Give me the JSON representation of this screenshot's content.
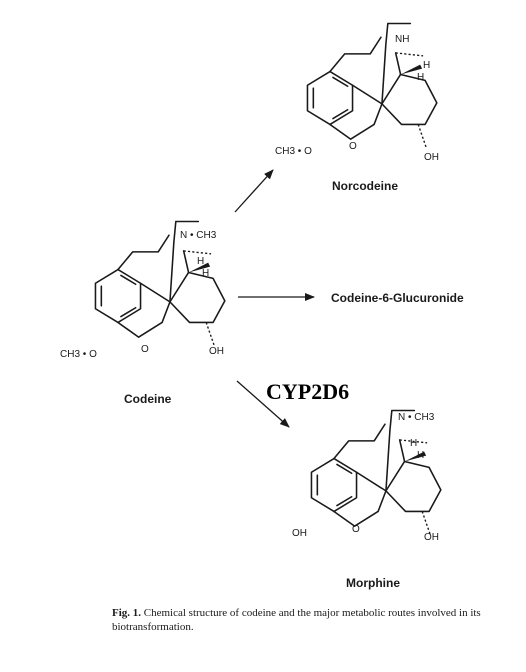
{
  "molecules": {
    "norcodeine": {
      "name": "Norcodeine",
      "n_label": "NH",
      "h1": "H",
      "h2": "H",
      "ring_sub": "CH3 • O",
      "o_label": "O",
      "oh": "OH"
    },
    "codeine": {
      "name": "Codeine",
      "n_label": "N • CH3",
      "h1": "H",
      "h2": "H",
      "ring_sub": "CH3 • O",
      "o_label": "O",
      "oh": "OH"
    },
    "morphine": {
      "name": "Morphine",
      "n_label": "N • CH3",
      "h1": "H",
      "h2": "H",
      "ring_sub": "OH",
      "o_label": "O",
      "oh": "OH"
    }
  },
  "products": {
    "glucuronide": "Codeine-6-Glucuronide"
  },
  "enzyme": "CYP2D6",
  "caption": {
    "label": "Fig. 1.",
    "text": "Chemical structure of codeine and the major metabolic routes involved in its biotransformation."
  }
}
